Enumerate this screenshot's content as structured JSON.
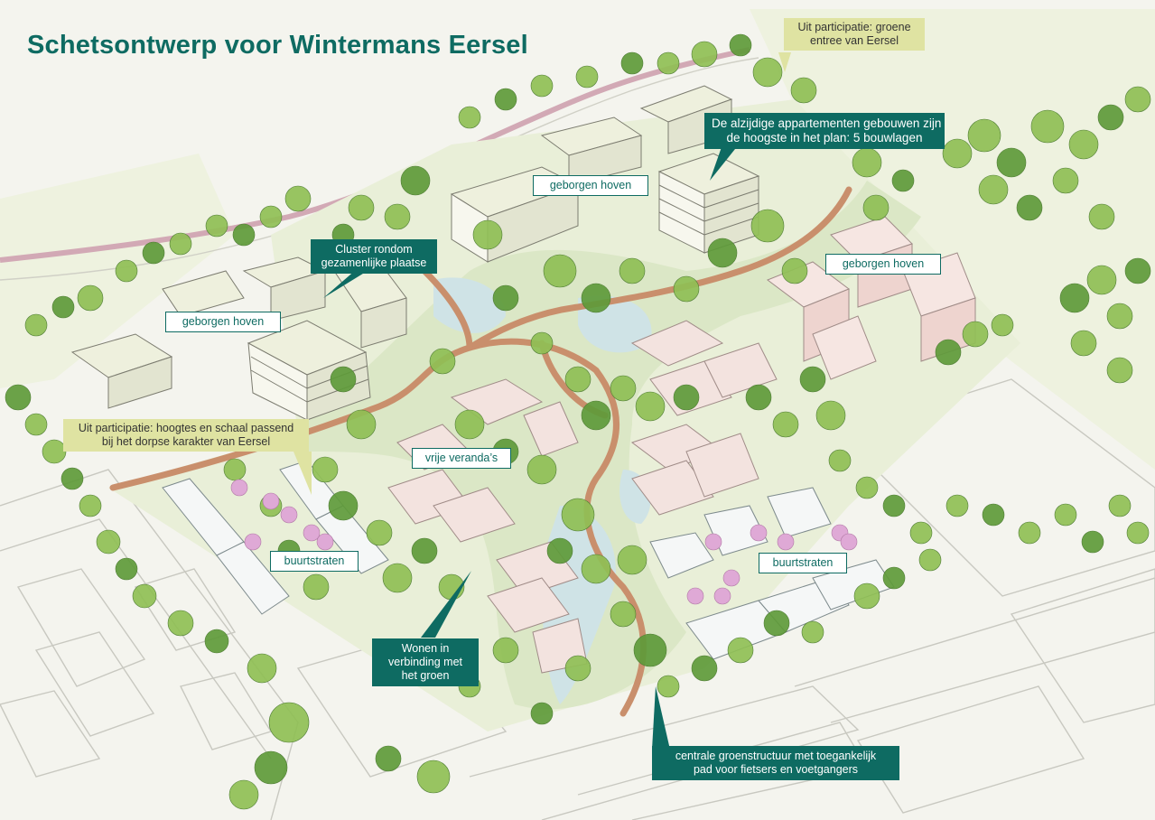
{
  "title": "Schetsontwerp voor Wintermans Eersel",
  "labels": {
    "groene_entree_1": "Uit participatie: groene",
    "groene_entree_2": "entree van Eersel",
    "appartementen_1": "De alzijdige appartementen gebouwen zijn",
    "appartementen_2": "de hoogste in het plan:  5 bouwlagen",
    "geborgen_hoven": "geborgen hoven",
    "cluster_1": "Cluster rondom",
    "cluster_2": "gezamenlijke plaatse",
    "hoogtes_1": "Uit participatie: hoogtes en schaal passend",
    "hoogtes_2": "bij het dorpse karakter van Eersel",
    "vrije_verandas": "vrije veranda’s",
    "buurtstraten": "buurtstraten",
    "wonen_1": "Wonen in",
    "wonen_2": "verbinding met",
    "wonen_3": "het groen",
    "groenstructuur_1": "centrale groenstructuur met toegankelijk",
    "groenstructuur_2": "pad voor fietsers en voetgangers"
  },
  "colors": {
    "title": "#0e6b62",
    "teal_label": "#0e6b62",
    "yellow_label": "#dfe3a2",
    "tree_green": "#8fbf55",
    "tree_dark": "#5e9a3a",
    "path": "#c98f6c",
    "bike_path": "#d2a9b5",
    "water": "#cfe3e6",
    "blossom": "#dfa9d6",
    "house_roof": "#f3e3df",
    "apartment": "#eef0dd"
  }
}
